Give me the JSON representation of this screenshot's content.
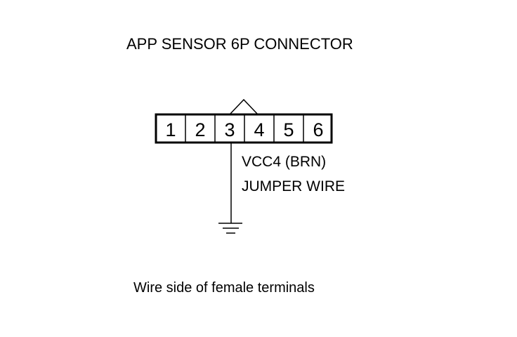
{
  "title": "APP SENSOR 6P CONNECTOR",
  "connector": {
    "pins": [
      "1",
      "2",
      "3",
      "4",
      "5",
      "6"
    ]
  },
  "wire": {
    "label_line1": "VCC4 (BRN)",
    "label_line2": "JUMPER WIRE"
  },
  "caption": "Wire side of female terminals",
  "colors": {
    "line": "#000000",
    "background": "#ffffff"
  }
}
